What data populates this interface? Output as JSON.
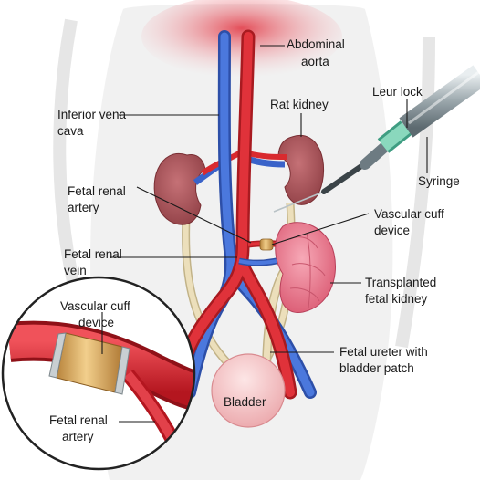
{
  "labels": {
    "abdominal_aorta_1": "Abdominal",
    "abdominal_aorta_2": "aorta",
    "leur_lock": "Leur lock",
    "inferior_vena_cava_1": "Inferior vena",
    "inferior_vena_cava_2": "cava",
    "rat_kidney": "Rat kidney",
    "syringe": "Syringe",
    "fetal_renal_artery_1": "Fetal renal",
    "fetal_renal_artery_2": "artery",
    "vascular_cuff_device_1": "Vascular cuff",
    "vascular_cuff_device_2": "device",
    "fetal_renal_vein_1": "Fetal renal",
    "fetal_renal_vein_2": "vein",
    "transplanted_fetal_kidney_1": "Transplanted",
    "transplanted_fetal_kidney_2": "fetal kidney",
    "fetal_ureter_1": "Fetal ureter with",
    "fetal_ureter_2": "bladder patch",
    "bladder": "Bladder",
    "inset_cuff_1": "Vascular cuff",
    "inset_cuff_2": "device",
    "inset_artery_1": "Fetal renal",
    "inset_artery_2": "artery"
  },
  "colors": {
    "artery": "#d92a2f",
    "vein": "#3a63c9",
    "rat_kidney": "#a55357",
    "fetal_kidney": "#ea7d91",
    "bladder": "#f4c6c8",
    "ureter": "#e9dcb4",
    "cuff": "#d9a85a",
    "leur_lock": "#7fcfb3",
    "syringe": "#7d8a90"
  }
}
